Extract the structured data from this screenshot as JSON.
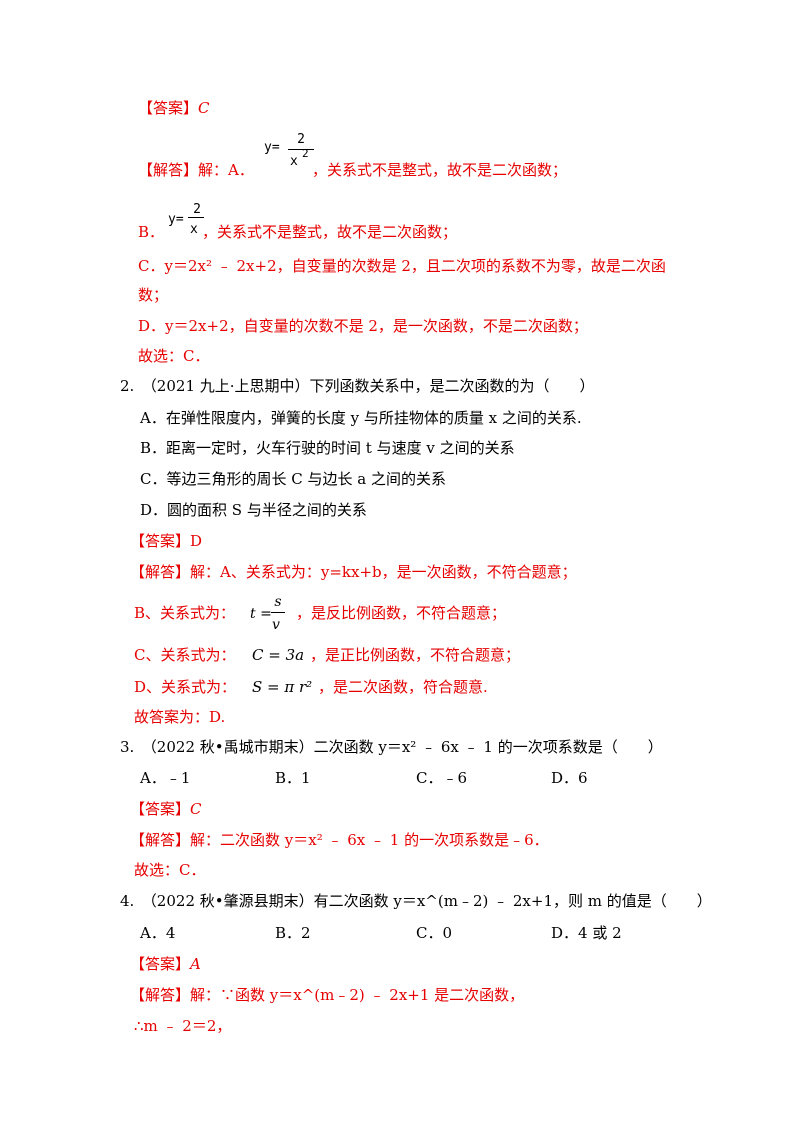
{
  "q1": {
    "answer_label": "【答案】",
    "answer": "C",
    "analysis_label": "【解答】",
    "analysis_intro": "解：A．",
    "a_formula": {
      "lhs": "y=",
      "num": "2",
      "den": "x",
      "exp": "2"
    },
    "a_text": "，关系式不是整式，故不是二次函数；",
    "b_prefix": "B．",
    "b_formula": {
      "lhs": "y=",
      "num": "2",
      "den": "x"
    },
    "b_text": "，关系式不是整式，故不是二次函数；",
    "c_line1": "C．y＝2x² ﹣ 2x+2，自变量的次数是 2，且二次项的系数不为零，故是二次函",
    "c_line2": "数；",
    "d_line": "D．y＝2x+2，自变量的次数不是 2，是一次函数，不是二次函数；",
    "conclusion": "故选：C．"
  },
  "q2": {
    "stem": "2.　（2021 九上·上思期中）下列函数关系中，是二次函数的为（　　）",
    "options": [
      "A．在弹性限度内，弹簧的长度 y 与所挂物体的质量 x 之间的关系.",
      "B．距离一定时，火车行驶的时间 t 与速度 v 之间的关系",
      "C．等边三角形的周长 C 与边长 a 之间的关系",
      "D．圆的面积 S 与半径之间的关系"
    ],
    "answer_label": "【答案】",
    "answer": "D",
    "analysis_label": "【解答】",
    "a_line": "解：A、关系式为：y=kx+b，是一次函数，不符合题意；",
    "b_prefix": "B、关系式为：",
    "b_formula": {
      "lhs": "t =",
      "num": "s",
      "den": "v"
    },
    "b_text": "，是反比例函数，不符合题意；",
    "c_prefix": "C、关系式为：",
    "c_formula": "C = 3a",
    "c_text": "，是正比例函数，不符合题意；",
    "d_prefix": "D、关系式为：",
    "d_formula": "S = π r²",
    "d_text": "，是二次函数，符合题意.",
    "conclusion": "故答案为：D."
  },
  "q3": {
    "stem": "3.　（2022 秋•禹城市期末）二次函数 y＝x² ﹣ 6x ﹣ 1 的一次项系数是（　　）",
    "options": [
      "A．﹣1",
      "B．1",
      "C．﹣6",
      "D．6"
    ],
    "answer_label": "【答案】",
    "answer": "C",
    "analysis_label": "【解答】",
    "analysis": "解：二次函数 y＝x² ﹣ 6x ﹣ 1 的一次项系数是﹣6．",
    "conclusion": "故选：C．"
  },
  "q4": {
    "stem": "4.　（2022 秋•肇源县期末）有二次函数 y＝x^(m﹣2) ﹣ 2x+1，则 m 的值是（　　）",
    "options": [
      "A．4",
      "B．2",
      "C．0",
      "D．4 或 2"
    ],
    "answer_label": "【答案】",
    "answer": "A",
    "analysis_label": "【解答】",
    "analysis": "解：∵函数 y＝x^(m﹣2) ﹣ 2x+1 是二次函数，",
    "step": "∴m ﹣ 2＝2，"
  }
}
